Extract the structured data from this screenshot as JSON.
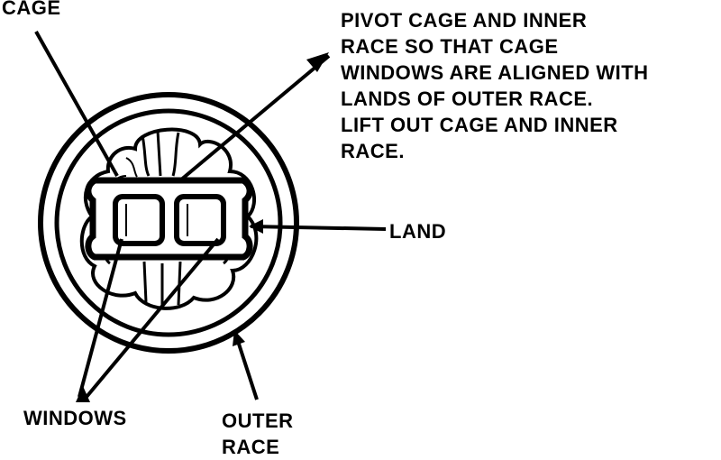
{
  "labels": {
    "cage": "CAGE",
    "instruction": [
      "PIVOT CAGE AND INNER",
      "RACE SO THAT CAGE",
      "WINDOWS ARE ALIGNED WITH",
      "LANDS OF OUTER RACE.",
      "LIFT OUT CAGE AND INNER",
      "RACE."
    ],
    "land": "LAND",
    "windows": "WINDOWS",
    "outer_race": [
      "OUTER",
      "RACE"
    ]
  },
  "colors": {
    "ink": "#000000",
    "paper": "#ffffff"
  }
}
